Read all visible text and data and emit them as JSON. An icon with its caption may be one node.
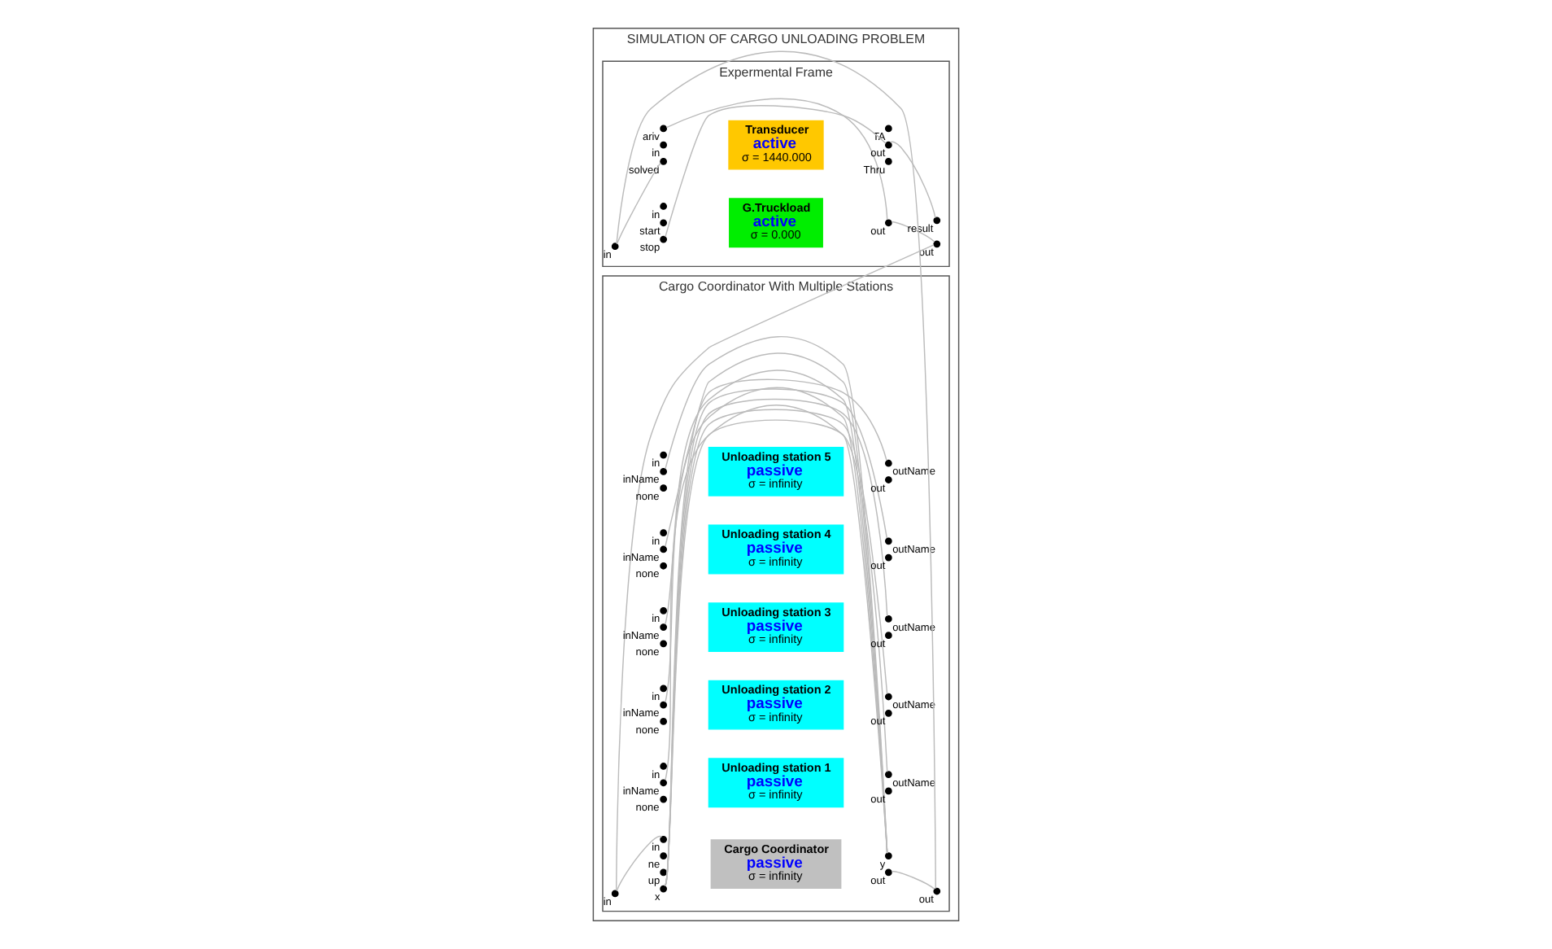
{
  "diagram": {
    "nodes": [
      {
        "text": [
          "SIMULATION OF CARGO UNLOADING PROBLEM"
        ]
      },
      {
        "text": [
          "Expermental Frame"
        ],
        "in": 0
      },
      {
        "text": [
          "in"
        ],
        "in": 1
      },
      {
        "text": [
          "G.Truckload",
          "active",
          "σ = 0.000"
        ],
        "in": 1
      },
      {
        "text": [
          "in"
        ],
        "in": 1
      },
      {
        "text": [
          "start"
        ],
        "in": 1
      },
      {
        "text": [
          "stop"
        ],
        "in": 1
      },
      {
        "text": [
          "out"
        ],
        "in": 1
      },
      {
        "text": [
          "Transducer",
          "active",
          "σ = 1440.000"
        ],
        "in": 1
      },
      {
        "text": [
          "ariv"
        ],
        "in": 1
      },
      {
        "text": [
          "in"
        ],
        "in": 1
      },
      {
        "text": [
          "solved"
        ],
        "in": 1
      },
      {
        "text": [
          "TA"
        ],
        "in": 1
      },
      {
        "text": [
          "Thru"
        ],
        "in": 1
      },
      {
        "text": [
          "out"
        ],
        "in": 1
      },
      {
        "text": [
          "out"
        ],
        "in": 1
      },
      {
        "text": [
          "result"
        ],
        "in": 1
      },
      {
        "text": [
          "Cargo Coordinator With Multiple Stations"
        ],
        "in": 0
      },
      {
        "text": [
          "in"
        ],
        "in": 17
      },
      {
        "text": [
          "Cargo Coordinator",
          "passive",
          "σ = infinity"
        ],
        "in": 17
      },
      {
        "text": [
          "in"
        ],
        "in": 17
      },
      {
        "text": [
          "ne"
        ],
        "in": 17
      },
      {
        "text": [
          "up"
        ],
        "in": 17
      },
      {
        "text": [
          "x"
        ],
        "in": 17
      },
      {
        "text": [
          "out"
        ],
        "in": 17
      },
      {
        "text": [
          "y"
        ],
        "in": 17
      },
      {
        "text": [
          "Unloading station 1",
          "passive",
          "σ = infinity"
        ],
        "in": 17
      },
      {
        "text": [
          "in"
        ],
        "in": 17
      },
      {
        "text": [
          "inName"
        ],
        "in": 17
      },
      {
        "text": [
          "none"
        ],
        "in": 17
      },
      {
        "text": [
          "out"
        ],
        "in": 17
      },
      {
        "text": [
          "outName"
        ],
        "in": 17
      },
      {
        "text": [
          "Unloading station 2",
          "passive",
          "σ = infinity"
        ],
        "in": 17
      },
      {
        "text": [
          "in"
        ],
        "in": 17
      },
      {
        "text": [
          "inName"
        ],
        "in": 17
      },
      {
        "text": [
          "none"
        ],
        "in": 17
      },
      {
        "text": [
          "out"
        ],
        "in": 17
      },
      {
        "text": [
          "outName"
        ],
        "in": 17
      },
      {
        "text": [
          "Unloading station 3",
          "passive",
          "σ = infinity"
        ],
        "in": 17
      },
      {
        "text": [
          "in"
        ],
        "in": 17
      },
      {
        "text": [
          "inName"
        ],
        "in": 17
      },
      {
        "text": [
          "none"
        ],
        "in": 17
      },
      {
        "text": [
          "out"
        ],
        "in": 17
      },
      {
        "text": [
          "outName"
        ],
        "in": 17
      },
      {
        "text": [
          "Unloading station 4",
          "passive",
          "σ = infinity"
        ],
        "in": 17
      },
      {
        "text": [
          "in"
        ],
        "in": 17
      },
      {
        "text": [
          "inName"
        ],
        "in": 17
      },
      {
        "text": [
          "none"
        ],
        "in": 17
      },
      {
        "text": [
          "out"
        ],
        "in": 17
      },
      {
        "text": [
          "outName"
        ],
        "in": 17
      },
      {
        "text": [
          "Unloading station 5",
          "passive",
          "σ = infinity"
        ],
        "in": 17
      },
      {
        "text": [
          "in"
        ],
        "in": 17
      },
      {
        "text": [
          "inName"
        ],
        "in": 17
      },
      {
        "text": [
          "none"
        ],
        "in": 17
      },
      {
        "text": [
          "out"
        ],
        "in": 17
      },
      {
        "text": [
          "outName"
        ],
        "in": 17
      },
      {
        "text": [
          "out"
        ],
        "in": 17
      }
    ],
    "edges": [
      {
        "from": 7,
        "to": 15,
        "arrow": "none"
      },
      {
        "from": 7,
        "to": 9,
        "arrow": "none"
      },
      {
        "from": 14,
        "to": 6,
        "arrow": "none"
      },
      {
        "from": 2,
        "to": 11,
        "arrow": "none"
      },
      {
        "from": 14,
        "to": 16,
        "arrow": "none"
      },
      {
        "from": 15,
        "to": 18,
        "arrow": "none"
      },
      {
        "from": 56,
        "to": 2,
        "arrow": "none"
      },
      {
        "from": 18,
        "to": 20,
        "arrow": "none"
      },
      {
        "from": 24,
        "to": 56,
        "arrow": "none"
      },
      {
        "from": 25,
        "to": 28,
        "arrow": "none"
      },
      {
        "from": 25,
        "to": 34,
        "arrow": "none"
      },
      {
        "from": 25,
        "to": 40,
        "arrow": "none"
      },
      {
        "from": 25,
        "to": 46,
        "arrow": "none"
      },
      {
        "from": 25,
        "to": 52,
        "arrow": "none"
      },
      {
        "from": 31,
        "to": 23,
        "arrow": "none"
      },
      {
        "from": 37,
        "to": 23,
        "arrow": "none"
      },
      {
        "from": 43,
        "to": 23,
        "arrow": "none"
      },
      {
        "from": 49,
        "to": 23,
        "arrow": "none"
      },
      {
        "from": 55,
        "to": 23,
        "arrow": "none"
      }
    ]
  }
}
